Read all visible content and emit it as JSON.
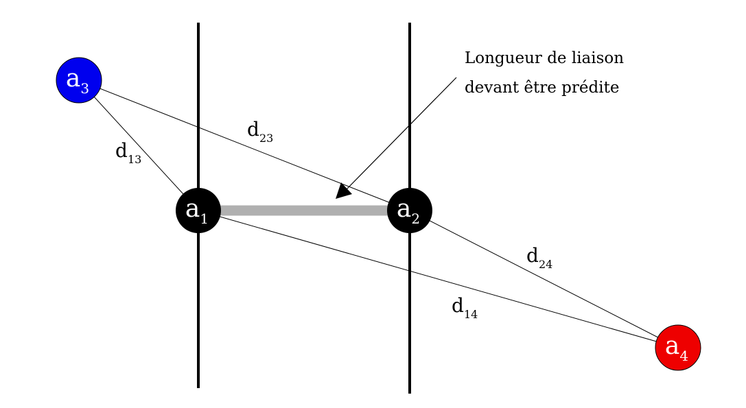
{
  "atoms": [
    {
      "id": "a1",
      "letter": "a",
      "index": "1",
      "color": "#000000"
    },
    {
      "id": "a2",
      "letter": "a",
      "index": "2",
      "color": "#000000"
    },
    {
      "id": "a3",
      "letter": "a",
      "index": "3",
      "color": "#0000ee"
    },
    {
      "id": "a4",
      "letter": "a",
      "index": "4",
      "color": "#ee0000"
    }
  ],
  "distances": [
    {
      "id": "d13",
      "letter": "d",
      "index": "13"
    },
    {
      "id": "d23",
      "letter": "d",
      "index": "23"
    },
    {
      "id": "d24",
      "letter": "d",
      "index": "24"
    },
    {
      "id": "d14",
      "letter": "d",
      "index": "14"
    }
  ],
  "bond_color": "#b0b0b0",
  "annotation": {
    "line1": "Longueur de liaison",
    "line2": "devant être prédite"
  }
}
